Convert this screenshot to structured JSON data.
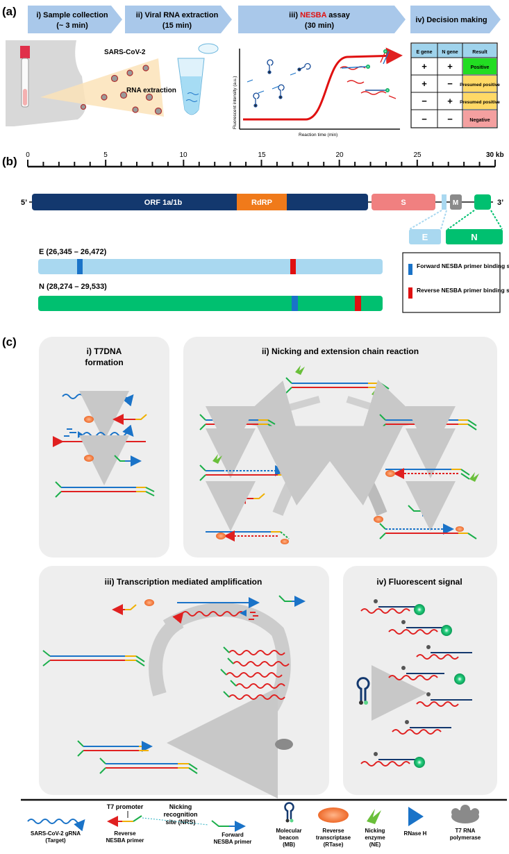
{
  "panel_a": {
    "label": "(a)",
    "steps": [
      {
        "line1": "i) Sample collection",
        "line2": "(~ 3 min)"
      },
      {
        "line1": "ii) Viral RNA extraction",
        "line2": "(15 min)"
      },
      {
        "prefix": "iii) ",
        "highlight": "NESBA",
        "suffix": " assay",
        "line2": "(30 min)"
      },
      {
        "line1": "iv) Decision making",
        "line2": ""
      }
    ],
    "virus_label": "SARS-CoV-2",
    "extraction_label": "RNA extraction",
    "plot": {
      "ylabel": "Fluorescent intensity (a.u.)",
      "xlabel": "Reaction time (min)"
    },
    "table": {
      "headers": [
        "E gene",
        "N gene",
        "Result"
      ],
      "rows": [
        {
          "e": "+",
          "n": "+",
          "result": "Positive",
          "color": "#22dd22"
        },
        {
          "e": "+",
          "n": "−",
          "result": "Presumed positive",
          "color": "#ffd966"
        },
        {
          "e": "−",
          "n": "+",
          "result": "Presumed positive",
          "color": "#ffd966"
        },
        {
          "e": "−",
          "n": "−",
          "result": "Negative",
          "color": "#f4a0a0"
        }
      ]
    }
  },
  "panel_b": {
    "label": "(b)",
    "ticks": [
      "0",
      "5",
      "10",
      "15",
      "20",
      "25",
      "30 kb"
    ],
    "five_prime": "5’",
    "three_prime": "3’",
    "orf": "ORF 1a/1b",
    "rdrp": "RdRP",
    "s": "S",
    "m": "M",
    "e": "E",
    "n": "N",
    "e_range": "E (26,345 – 26,472)",
    "n_range": "N (28,274 – 29,533)",
    "legend": {
      "forward": "Forward NESBA primer binding site",
      "reverse": "Reverse NESBA primer binding site"
    },
    "colors": {
      "orf": "#13386e",
      "rdrp": "#f07a1a",
      "s": "#f08080",
      "e": "#a9d8f0",
      "m": "#8a8a8a",
      "n": "#00c070"
    }
  },
  "panel_c": {
    "label": "(c)",
    "sub_i": {
      "line1": "i) T7DNA",
      "line2": "formation"
    },
    "sub_ii": "ii) Nicking and extension chain reaction",
    "sub_iii": "iii) Transcription mediated amplification",
    "sub_iv": "iv) Fluorescent signal"
  },
  "legend": {
    "target": {
      "line1": "SARS-CoV-2 gRNA",
      "line2": "(Target)"
    },
    "t7": "T7 promoter",
    "reverse_primer": {
      "line1": "Reverse",
      "line2": "NESBA primer"
    },
    "nrs": {
      "line1": "Nicking",
      "line2": "recognition",
      "line3": "site (NRS)"
    },
    "forward_primer": {
      "line1": "Forward",
      "line2": "NESBA primer"
    },
    "mb": {
      "line1": "Molecular",
      "line2": "beacon",
      "line3": "(MB)"
    },
    "rtase": {
      "line1": "Reverse",
      "line2": "transcriptase",
      "line3": "(RTase)"
    },
    "ne": {
      "line1": "Nicking",
      "line2": "enzyme",
      "line3": "(NE)"
    },
    "rnaseh": "RNase H",
    "t7pol": {
      "line1": "T7 RNA",
      "line2": "polymerase"
    }
  }
}
